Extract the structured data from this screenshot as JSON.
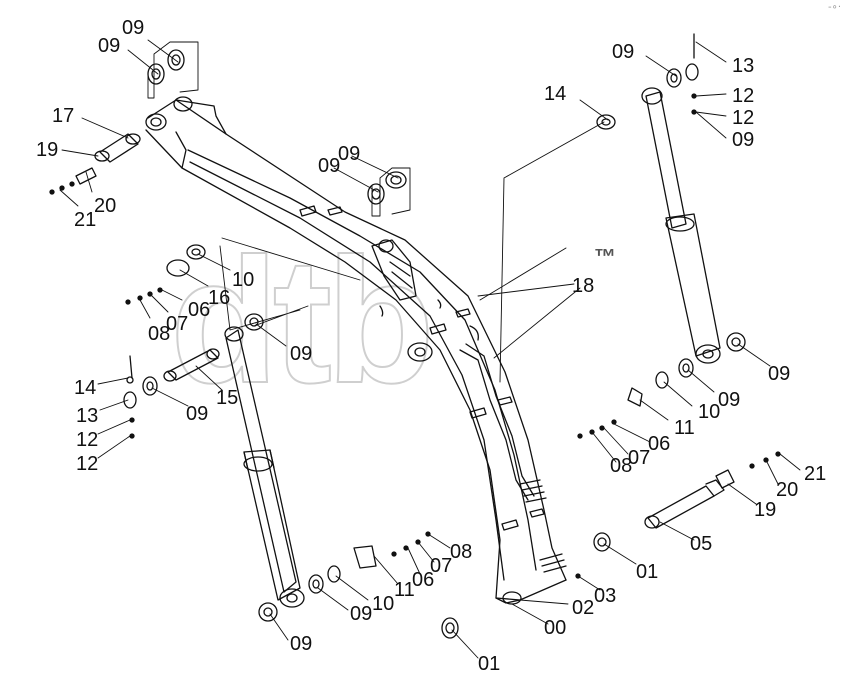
{
  "watermark": {
    "text": "dtb",
    "trademark": "™"
  },
  "corner_mark": "-∘·",
  "callouts": [
    {
      "label": "09"
    },
    {
      "label": "09"
    },
    {
      "label": "17"
    },
    {
      "label": "19"
    },
    {
      "label": "20"
    },
    {
      "label": "21"
    },
    {
      "label": "09"
    },
    {
      "label": "09"
    },
    {
      "label": "10"
    },
    {
      "label": "16"
    },
    {
      "label": "06"
    },
    {
      "label": "07"
    },
    {
      "label": "08"
    },
    {
      "label": "09"
    },
    {
      "label": "14"
    },
    {
      "label": "13"
    },
    {
      "label": "12"
    },
    {
      "label": "12"
    },
    {
      "label": "15"
    },
    {
      "label": "09"
    },
    {
      "label": "09"
    },
    {
      "label": "14"
    },
    {
      "label": "13"
    },
    {
      "label": "12"
    },
    {
      "label": "12"
    },
    {
      "label": "09"
    },
    {
      "label": "18"
    },
    {
      "label": "09"
    },
    {
      "label": "10"
    },
    {
      "label": "09"
    },
    {
      "label": "11"
    },
    {
      "label": "06"
    },
    {
      "label": "07"
    },
    {
      "label": "08"
    },
    {
      "label": "21"
    },
    {
      "label": "20"
    },
    {
      "label": "19"
    },
    {
      "label": "05"
    },
    {
      "label": "01"
    },
    {
      "label": "03"
    },
    {
      "label": "02"
    },
    {
      "label": "00"
    },
    {
      "label": "01"
    },
    {
      "label": "08"
    },
    {
      "label": "07"
    },
    {
      "label": "06"
    },
    {
      "label": "11"
    },
    {
      "label": "10"
    },
    {
      "label": "09"
    },
    {
      "label": "09"
    }
  ]
}
